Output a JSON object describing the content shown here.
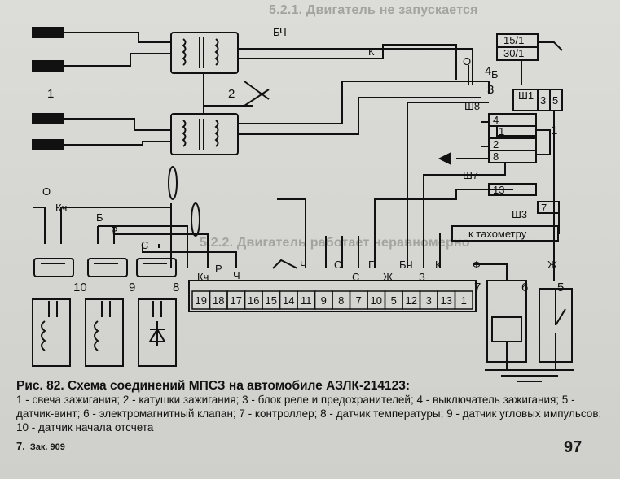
{
  "caption": {
    "title": "Рис. 82. Схема соединений МПСЗ на автомобиле АЗЛК-214123:",
    "legend": "1 - свеча зажигания; 2 - катушки зажигания; 3 - блок реле и предохранителей; 4 - выключатель зажигания; 5 - датчик-винт; 6 - электромагнитный клапан; 7 - контроллер; 8 - датчик температуры; 9 - датчик угловых импульсов; 10 - датчик начала отсчета"
  },
  "footer": {
    "left": "7.",
    "left_sub": "Зак. 909",
    "page_number": "97"
  },
  "background_text": [
    "5.2.1. Двигатель не запускается",
    "5.2.2. Двигатель работает неравномерно"
  ],
  "diagram": {
    "component_numbers": {
      "n1": "1",
      "n2": "2",
      "n3": "3",
      "n4": "4",
      "n5": "5",
      "n6": "6",
      "n7": "7",
      "n8": "8",
      "n9": "9",
      "n10": "10",
      "n1b": "1"
    },
    "wire_labels": {
      "bch_top": "БЧ",
      "k_top": "К",
      "b_sw": "Б",
      "o_sw": "О",
      "o_left": "О",
      "kch_left": "Кч",
      "b_mid": "Б",
      "r_mid": "Р",
      "s_mid": "С",
      "kch_ctrl": "Кч",
      "r_ctrl": "Р",
      "ch_ctrl": "Ч",
      "ch_mid": "Ч",
      "o_ctrl": "О",
      "s_ctrl": "С",
      "g_ctrl": "Г",
      "bch_ctrl": "БЧ",
      "z_ctrl": "З",
      "k_ctrl": "К",
      "zh_ctrl": "Ж",
      "f_ctrl": "Ф",
      "zh_right": "Ж"
    },
    "connectors": {
      "sh1": "Ш1",
      "sh7": "Ш7",
      "sh8": "Ш8",
      "sh3": "Ш3"
    },
    "ign_switch": {
      "t1": "15/1",
      "t2": "30/1"
    },
    "relay_pins": {
      "p3": "3",
      "p5": "5",
      "p4": "4",
      "p1": "1",
      "p2": "2",
      "p8": "8",
      "p13": "13",
      "p7": "7"
    },
    "tacho": "к тахометру",
    "controller_pins": [
      "19",
      "18",
      "17",
      "16",
      "15",
      "14",
      "11",
      "9",
      "8",
      "7",
      "10",
      "5",
      "12",
      "3",
      "13",
      "1"
    ]
  }
}
